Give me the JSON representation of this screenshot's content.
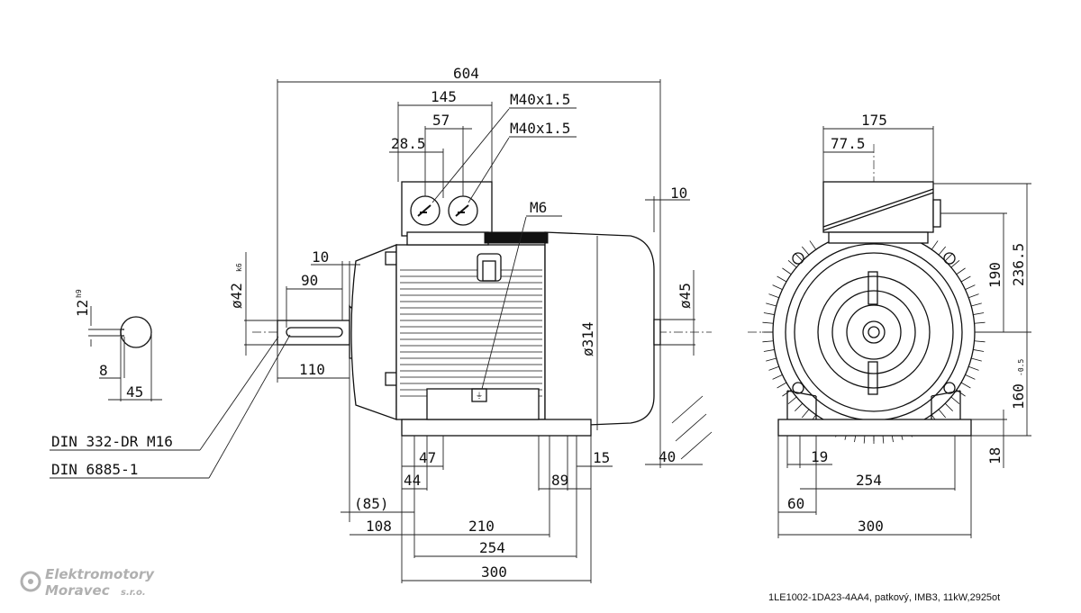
{
  "dimensions": {
    "overall_length": "604",
    "terminal_box_width": "145",
    "cable_gland_pitch": "57",
    "cable_gland_offset": "28.5",
    "gland_thread_1": "M40x1.5",
    "gland_thread_2": "M40x1.5",
    "earth_thread": "M6",
    "fan_cover_offset": "10",
    "shaft_diameter": "ø42",
    "shaft_tolerance": "k6",
    "shaft_shoulder": "10",
    "keyway_length": "90",
    "shaft_length": "110",
    "frame_diameter": "ø314",
    "rear_diameter": "ø45",
    "rear_offset": "40",
    "foot_inner_1": "47",
    "foot_inner_2": "44",
    "foot_inner_3": "89",
    "foot_inner_4": "15",
    "bearing_distance": "(85)",
    "shaft_to_foot": "108",
    "foot_hole_spacing": "210",
    "foot_hole_spacing_2": "254",
    "foot_length": "300",
    "key_height": "12",
    "key_height_tolerance": "h9",
    "key_width": "8",
    "key_depth": "45",
    "end_width": "175",
    "end_box_offset": "77.5",
    "end_height_box": "236.5",
    "end_height_center": "190",
    "shaft_height": "160",
    "shaft_height_tolerance": "-0.5",
    "foot_thickness": "18",
    "foot_hole": "19",
    "end_foot_spacing": "254",
    "end_foot_edge": "60",
    "end_foot_width": "300"
  },
  "callouts": {
    "center_hole": "DIN 332-DR M16",
    "key_standard": "DIN 6885-1"
  },
  "logo": {
    "line1": "Elektromotory",
    "line2": "Moravec",
    "suffix": "s.r.o."
  },
  "caption": "1LE1002-1DA23-4AA4, patkový, IMB3, 11kW,2925ot"
}
